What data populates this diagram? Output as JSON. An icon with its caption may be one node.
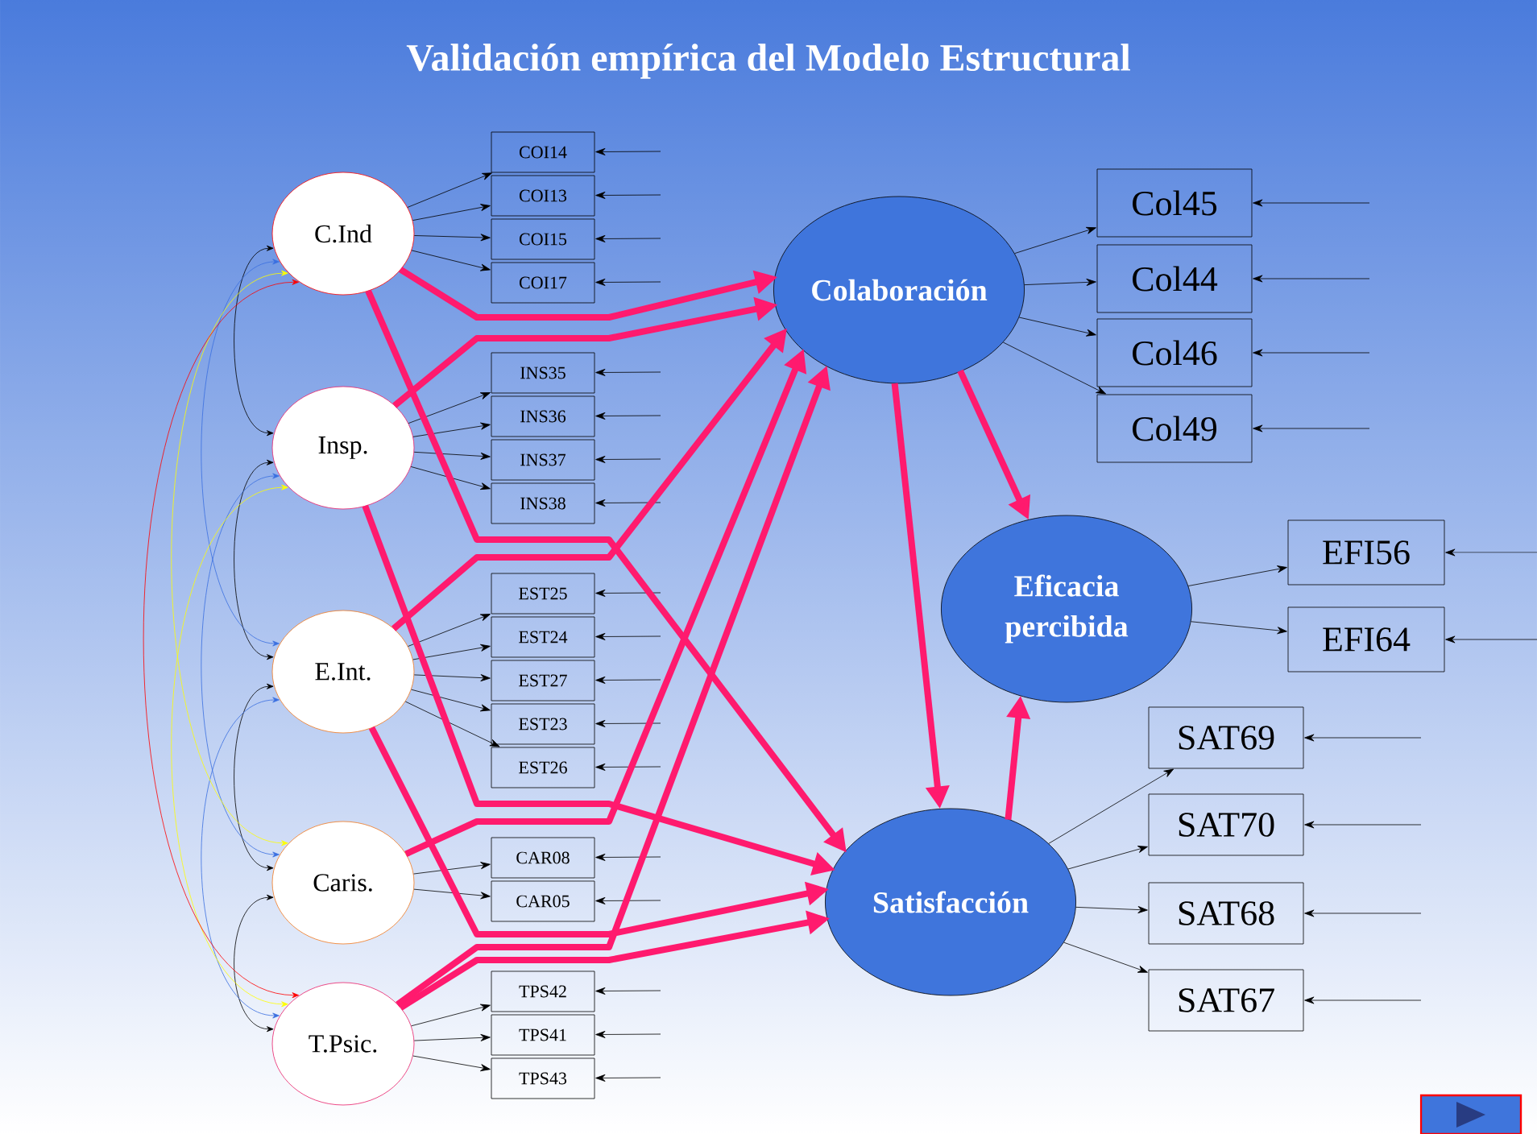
{
  "diagram": {
    "title": "Validación empírica del Modelo Estructural",
    "nodes": [
      {
        "text": [
          "C.Ind"
        ]
      },
      {
        "text": [
          "Insp."
        ]
      },
      {
        "text": [
          "E.Int."
        ]
      },
      {
        "text": [
          "Caris."
        ]
      },
      {
        "text": [
          "T.Psic."
        ]
      },
      {
        "text": [
          "COI14"
        ]
      },
      {
        "text": [
          "COI13"
        ]
      },
      {
        "text": [
          "COI15"
        ]
      },
      {
        "text": [
          "COI17"
        ]
      },
      {
        "text": [
          "INS35"
        ]
      },
      {
        "text": [
          "INS36"
        ]
      },
      {
        "text": [
          "INS37"
        ]
      },
      {
        "text": [
          "INS38"
        ]
      },
      {
        "text": [
          "EST25"
        ]
      },
      {
        "text": [
          "EST24"
        ]
      },
      {
        "text": [
          "EST27"
        ]
      },
      {
        "text": [
          "EST23"
        ]
      },
      {
        "text": [
          "EST26"
        ]
      },
      {
        "text": [
          "CAR08"
        ]
      },
      {
        "text": [
          "CAR05"
        ]
      },
      {
        "text": [
          "TPS42"
        ]
      },
      {
        "text": [
          "TPS41"
        ]
      },
      {
        "text": [
          "TPS43"
        ]
      },
      {
        "text": [
          "Colaboración"
        ]
      },
      {
        "text": [
          "Eficacia percibida"
        ]
      },
      {
        "text": [
          "Satisfacción"
        ]
      },
      {
        "text": [
          "Col45"
        ]
      },
      {
        "text": [
          "Col44"
        ]
      },
      {
        "text": [
          "Col46"
        ]
      },
      {
        "text": [
          "Col49"
        ]
      },
      {
        "text": [
          "EFI56"
        ]
      },
      {
        "text": [
          "EFI64"
        ]
      },
      {
        "text": [
          "SAT69"
        ]
      },
      {
        "text": [
          "SAT70"
        ]
      },
      {
        "text": [
          "SAT68"
        ]
      },
      {
        "text": [
          "SAT67"
        ]
      }
    ],
    "edges": [
      {
        "from": 0,
        "to": 5,
        "arrow": "to"
      },
      {
        "from": 0,
        "to": 6,
        "arrow": "to"
      },
      {
        "from": 0,
        "to": 7,
        "arrow": "to"
      },
      {
        "from": 0,
        "to": 8,
        "arrow": "to"
      },
      {
        "from": 1,
        "to": 9,
        "arrow": "to"
      },
      {
        "from": 1,
        "to": 10,
        "arrow": "to"
      },
      {
        "from": 1,
        "to": 11,
        "arrow": "to"
      },
      {
        "from": 1,
        "to": 12,
        "arrow": "to"
      },
      {
        "from": 2,
        "to": 13,
        "arrow": "to"
      },
      {
        "from": 2,
        "to": 14,
        "arrow": "to"
      },
      {
        "from": 2,
        "to": 15,
        "arrow": "to"
      },
      {
        "from": 2,
        "to": 16,
        "arrow": "to"
      },
      {
        "from": 2,
        "to": 17,
        "arrow": "to"
      },
      {
        "from": 3,
        "to": 18,
        "arrow": "to"
      },
      {
        "from": 3,
        "to": 19,
        "arrow": "to"
      },
      {
        "from": 4,
        "to": 20,
        "arrow": "to"
      },
      {
        "from": 4,
        "to": 21,
        "arrow": "to"
      },
      {
        "from": 4,
        "to": 22,
        "arrow": "to"
      },
      {
        "from": 23,
        "to": 26,
        "arrow": "to"
      },
      {
        "from": 23,
        "to": 27,
        "arrow": "to"
      },
      {
        "from": 23,
        "to": 28,
        "arrow": "to"
      },
      {
        "from": 23,
        "to": 29,
        "arrow": "to"
      },
      {
        "from": 24,
        "to": 30,
        "arrow": "to"
      },
      {
        "from": 24,
        "to": 31,
        "arrow": "to"
      },
      {
        "from": 25,
        "to": 32,
        "arrow": "to"
      },
      {
        "from": 25,
        "to": 33,
        "arrow": "to"
      },
      {
        "from": 25,
        "to": 34,
        "arrow": "to"
      },
      {
        "from": 25,
        "to": 35,
        "arrow": "to"
      },
      {
        "from": null,
        "to": 5,
        "arrow": "to"
      },
      {
        "from": null,
        "to": 6,
        "arrow": "to"
      },
      {
        "from": null,
        "to": 7,
        "arrow": "to"
      },
      {
        "from": null,
        "to": 8,
        "arrow": "to"
      },
      {
        "from": null,
        "to": 9,
        "arrow": "to"
      },
      {
        "from": null,
        "to": 10,
        "arrow": "to"
      },
      {
        "from": null,
        "to": 11,
        "arrow": "to"
      },
      {
        "from": null,
        "to": 12,
        "arrow": "to"
      },
      {
        "from": null,
        "to": 13,
        "arrow": "to"
      },
      {
        "from": null,
        "to": 14,
        "arrow": "to"
      },
      {
        "from": null,
        "to": 15,
        "arrow": "to"
      },
      {
        "from": null,
        "to": 16,
        "arrow": "to"
      },
      {
        "from": null,
        "to": 17,
        "arrow": "to"
      },
      {
        "from": null,
        "to": 18,
        "arrow": "to"
      },
      {
        "from": null,
        "to": 19,
        "arrow": "to"
      },
      {
        "from": null,
        "to": 20,
        "arrow": "to"
      },
      {
        "from": null,
        "to": 21,
        "arrow": "to"
      },
      {
        "from": null,
        "to": 22,
        "arrow": "to"
      },
      {
        "from": null,
        "to": 26,
        "arrow": "to"
      },
      {
        "from": null,
        "to": 27,
        "arrow": "to"
      },
      {
        "from": null,
        "to": 28,
        "arrow": "to"
      },
      {
        "from": null,
        "to": 29,
        "arrow": "to"
      },
      {
        "from": null,
        "to": 30,
        "arrow": "to"
      },
      {
        "from": null,
        "to": 31,
        "arrow": "to"
      },
      {
        "from": null,
        "to": 32,
        "arrow": "to"
      },
      {
        "from": null,
        "to": 33,
        "arrow": "to"
      },
      {
        "from": null,
        "to": 34,
        "arrow": "to"
      },
      {
        "from": null,
        "to": 35,
        "arrow": "to"
      },
      {
        "from": 0,
        "to": 23,
        "arrow": "to",
        "style": "thick",
        "color": "#ff1a6e"
      },
      {
        "from": 0,
        "to": 25,
        "arrow": "to",
        "style": "thick",
        "color": "#ff1a6e"
      },
      {
        "from": 1,
        "to": 23,
        "arrow": "to",
        "style": "thick",
        "color": "#ff1a6e"
      },
      {
        "from": 1,
        "to": 25,
        "arrow": "to",
        "style": "thick",
        "color": "#ff1a6e"
      },
      {
        "from": 2,
        "to": 23,
        "arrow": "to",
        "style": "thick",
        "color": "#ff1a6e"
      },
      {
        "from": 2,
        "to": 25,
        "arrow": "to",
        "style": "thick",
        "color": "#ff1a6e"
      },
      {
        "from": 3,
        "to": 23,
        "arrow": "to",
        "style": "thick",
        "color": "#ff1a6e"
      },
      {
        "from": 4,
        "to": 23,
        "arrow": "to",
        "style": "thick",
        "color": "#ff1a6e"
      },
      {
        "from": 4,
        "to": 25,
        "arrow": "to",
        "style": "thick",
        "color": "#ff1a6e"
      },
      {
        "from": 23,
        "to": 24,
        "arrow": "to",
        "style": "thick",
        "color": "#ff1a6e"
      },
      {
        "from": 23,
        "to": 25,
        "arrow": "to",
        "style": "thick",
        "color": "#ff1a6e"
      },
      {
        "from": 25,
        "to": 24,
        "arrow": "to",
        "style": "thick",
        "color": "#ff1a6e"
      },
      {
        "from": 0,
        "to": 1,
        "arrow": "both"
      },
      {
        "from": 1,
        "to": 2,
        "arrow": "both"
      },
      {
        "from": 2,
        "to": 3,
        "arrow": "both"
      },
      {
        "from": 3,
        "to": 4,
        "arrow": "both"
      },
      {
        "from": 0,
        "to": 2,
        "arrow": "both",
        "color": "#3a6fe0"
      },
      {
        "from": 1,
        "to": 3,
        "arrow": "both",
        "color": "#3a6fe0"
      },
      {
        "from": 2,
        "to": 4,
        "arrow": "both",
        "color": "#3a6fe0"
      },
      {
        "from": 0,
        "to": 3,
        "arrow": "both",
        "color": "#ffff00"
      },
      {
        "from": 1,
        "to": 4,
        "arrow": "both",
        "color": "#ffff00"
      },
      {
        "from": 0,
        "to": 4,
        "arrow": "both",
        "color": "#ff0000"
      }
    ]
  }
}
